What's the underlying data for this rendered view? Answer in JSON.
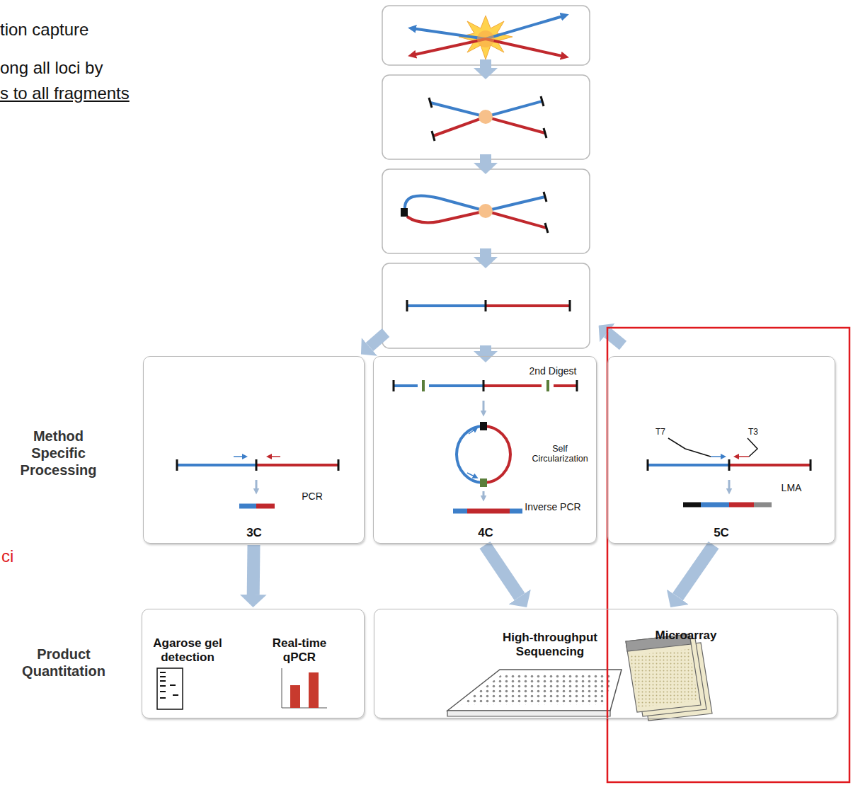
{
  "diagram": {
    "nodes": [
      {
        "text": [
          "PCR",
          "3C"
        ]
      },
      {
        "text": [
          "2nd Digest",
          "Self Circularization",
          "Inverse PCR",
          "4C"
        ]
      },
      {
        "text": [
          "T7",
          "T3",
          "LMA",
          "5C"
        ]
      },
      {
        "text": [
          "Agarose gel detection",
          "Real-time qPCR"
        ]
      },
      {
        "text": [
          "High-throughput Sequencing",
          "Microarray"
        ]
      }
    ],
    "edges": [
      {
        "from": 0,
        "to": 3,
        "arrow": "to"
      },
      {
        "from": 1,
        "to": 4,
        "arrow": "to"
      },
      {
        "from": 2,
        "to": 4,
        "arrow": "to"
      }
    ],
    "labels": [
      "tion capture",
      "ong all loci by",
      "s to all fragments",
      "ci",
      "Method Specific Processing",
      "Product Quantitation"
    ]
  }
}
